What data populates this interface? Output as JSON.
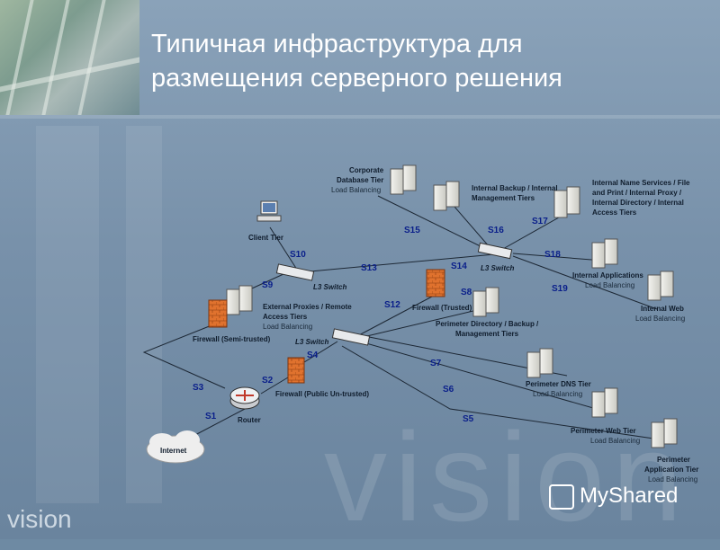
{
  "slide": {
    "title_line1": "Типичная инфраструктура для",
    "title_line2": "размещения серверного решения",
    "watermark_small": "vision",
    "watermark_big": "vision"
  },
  "logo": {
    "text": "MyShared",
    "icon": "myshared-logo-icon"
  },
  "diagram": {
    "nodes": {
      "db_title": "Corporate\nDatabase Tier",
      "db_sub": "Load Balancing",
      "backup_title": "Internal Backup / Internal\nManagement Tiers",
      "names_title": "Internal Name Services / File\nand Print / Internal Proxy /\nInternal Directory / Internal\nAccess Tiers",
      "client_title": "Client Tier",
      "internal_apps_title": "Internal Applications",
      "internal_apps_sub": "Load Balancing",
      "internal_web_title": "Internal Web",
      "internal_web_sub": "Load Balancing",
      "ext_proxies_title": "External Proxies / Remote\nAccess Tiers",
      "ext_proxies_sub": "Load Balancing",
      "fw_semi": "Firewall (Semi-trusted)",
      "fw_trusted": "Firewall (Trusted)",
      "fw_public": "Firewall (Public Un-trusted)",
      "perim_dir_title": "Perimeter Directory / Backup /\nManagement Tiers",
      "perim_dns_title": "Perimeter DNS Tier",
      "perim_dns_sub": "Load Balancing",
      "perim_web_title": "Perimeter Web Tier",
      "perim_web_sub": "Load Balancing",
      "perim_app_title": "Perimeter\nApplication Tier",
      "perim_app_sub": "Load Balancing",
      "switch_label": "L3 Switch",
      "router_label": "Router",
      "internet_label": "Internet"
    },
    "segments": [
      "S1",
      "S2",
      "S3",
      "S4",
      "S5",
      "S6",
      "S7",
      "S8",
      "S9",
      "S10",
      "S12",
      "S13",
      "S14",
      "S15",
      "S16",
      "S17",
      "S18",
      "S19"
    ]
  }
}
